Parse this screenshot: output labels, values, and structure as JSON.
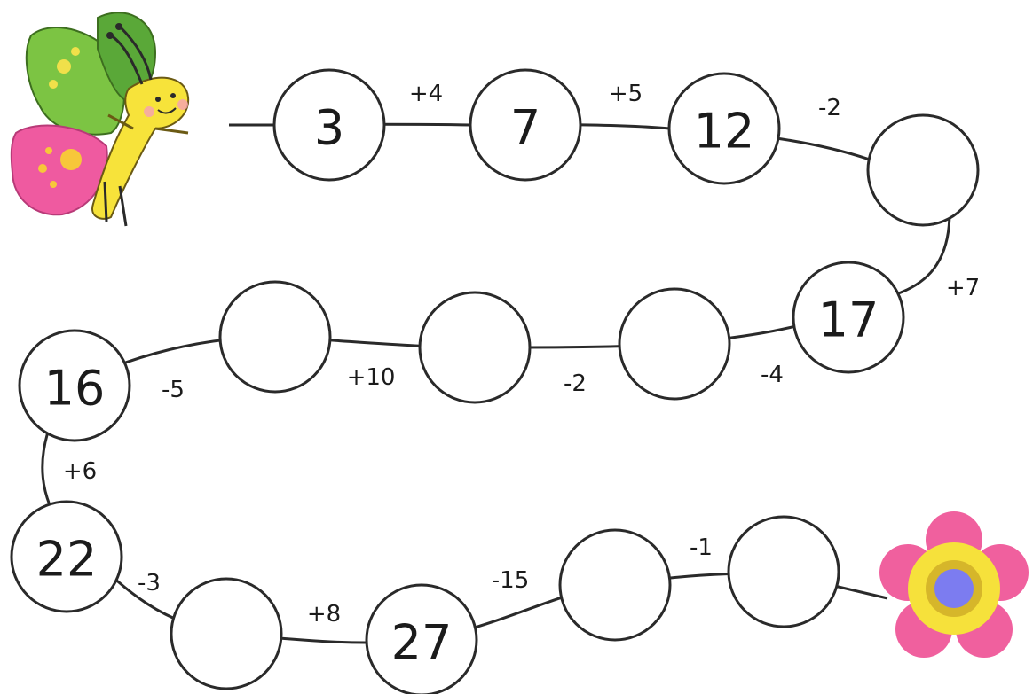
{
  "puzzle": {
    "nodes": [
      {
        "id": "n1",
        "value": "3"
      },
      {
        "id": "n2",
        "value": "7"
      },
      {
        "id": "n3",
        "value": "12"
      },
      {
        "id": "n4",
        "value": ""
      },
      {
        "id": "n5",
        "value": "17"
      },
      {
        "id": "n6",
        "value": ""
      },
      {
        "id": "n7",
        "value": ""
      },
      {
        "id": "n8",
        "value": ""
      },
      {
        "id": "n9",
        "value": "16"
      },
      {
        "id": "n10",
        "value": "22"
      },
      {
        "id": "n11",
        "value": ""
      },
      {
        "id": "n12",
        "value": "27"
      },
      {
        "id": "n13",
        "value": ""
      },
      {
        "id": "n14",
        "value": ""
      }
    ],
    "operations": [
      "+4",
      "+5",
      "-2",
      "+7",
      "-4",
      "-2",
      "+10",
      "-5",
      "+6",
      "-3",
      "+8",
      "-15",
      "-1"
    ]
  },
  "colors": {
    "line": "#2a2a2a",
    "butterfly_wing_top": "#7cc443",
    "butterfly_wing_bottom": "#ef5aa0",
    "butterfly_body": "#f7e33a",
    "flower_petal": "#f0609e",
    "flower_ring": "#f6e13b",
    "flower_center": "#7c7cf0"
  },
  "icons": {
    "start": "butterfly-icon",
    "end": "flower-icon"
  }
}
